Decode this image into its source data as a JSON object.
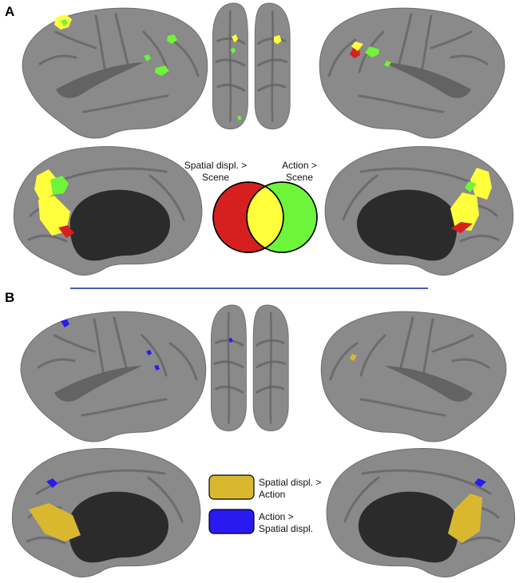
{
  "panels": {
    "a": {
      "letter": "A"
    },
    "b": {
      "letter": "B"
    }
  },
  "venn": {
    "left_label_line1": "Spatial displ. >",
    "left_label_line2": "Scene",
    "right_label_line1": "Action >",
    "right_label_line2": "Scene",
    "colors": {
      "spatial_displ_gt_scene": "#d62020",
      "action_gt_scene": "#6ef53a",
      "overlap": "#ffff3c"
    }
  },
  "legend": {
    "items": [
      {
        "line1": "Spatial displ. >",
        "line2": "Action",
        "color": "#d9b830"
      },
      {
        "line1": "Action >",
        "line2": "Spatial displ.",
        "color": "#2a1af0"
      }
    ]
  },
  "divider_color": "#4a5bb5",
  "brain_color": "#8a8a8a"
}
